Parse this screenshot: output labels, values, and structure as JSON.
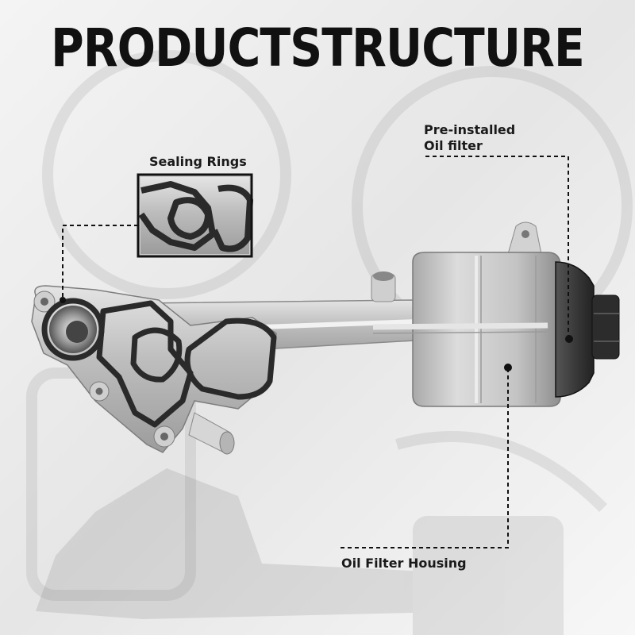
{
  "title": "PRODUCTSTRUCTURE",
  "callouts": {
    "sealing_rings": "Sealing Rings",
    "pre_installed_line1": "Pre-installed",
    "pre_installed_line2": "Oil filter",
    "oil_filter_housing": "Oil Filter Housing"
  },
  "colors": {
    "background": "#efefef",
    "aluminum": "#c9c9c9",
    "gasket": "#2a2a2a",
    "cap": "#3b3b3b",
    "text": "#111111"
  }
}
